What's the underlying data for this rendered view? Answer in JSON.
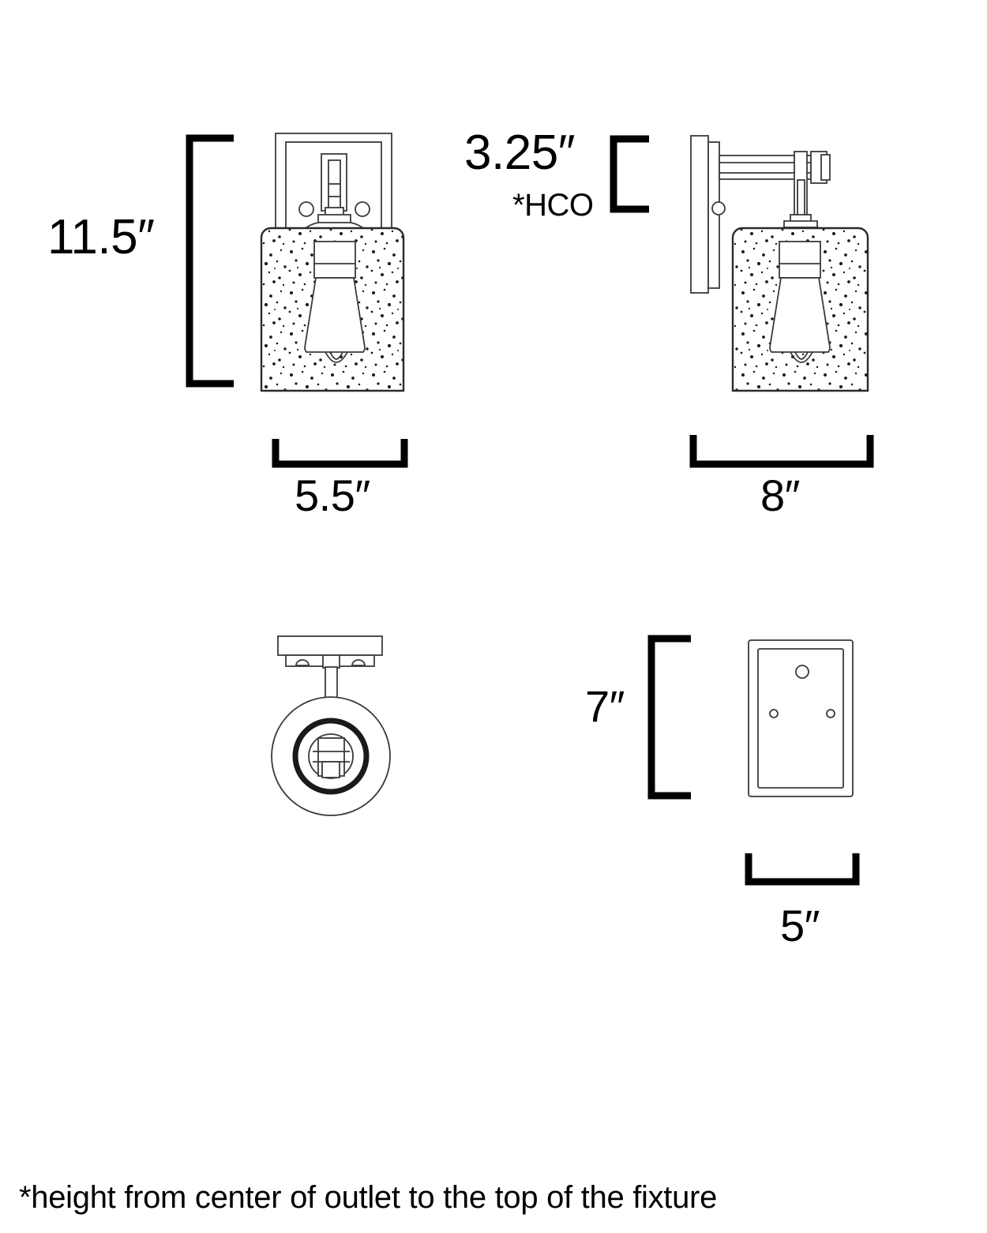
{
  "drawing": {
    "type": "dimension-drawing",
    "product": "wall sconce light fixture",
    "units": "inches",
    "views": [
      {
        "name": "front-elevation",
        "position": "top-left"
      },
      {
        "name": "side-elevation",
        "position": "top-right"
      },
      {
        "name": "top-plan",
        "position": "bottom-left"
      },
      {
        "name": "backplate-detail",
        "position": "bottom-right"
      }
    ]
  },
  "dimensions": {
    "height": "11.5″",
    "hco": "3.25″",
    "hco_note": "*HCO",
    "front_width": "5.5″",
    "side_depth": "8″",
    "backplate_height": "7″",
    "backplate_width": "5″"
  },
  "footnote": "*height from center of outlet to the top of the fixture",
  "colors": {
    "background": "#ffffff",
    "line": "#2b2b2b",
    "bracket": "#000000",
    "text": "#000000"
  }
}
